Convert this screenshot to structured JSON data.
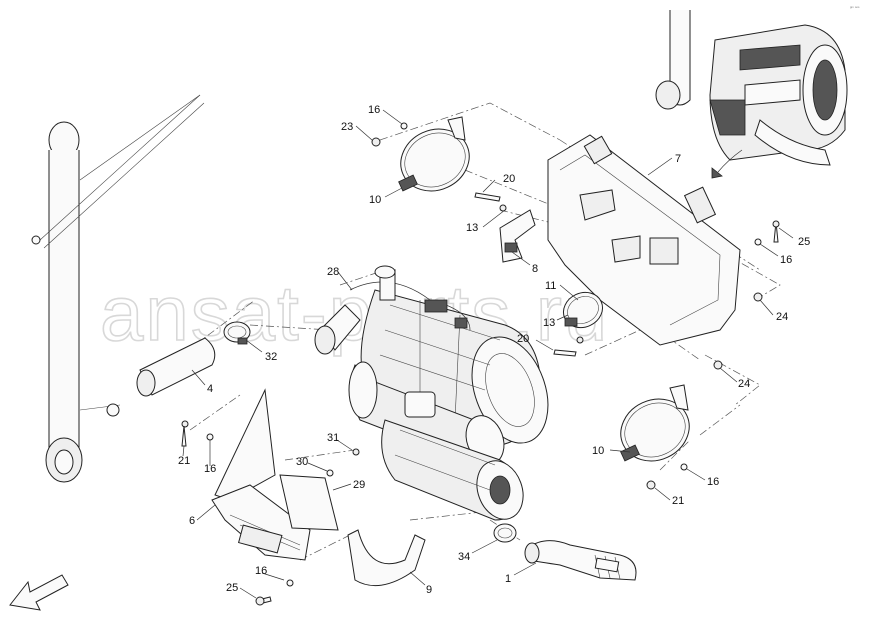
{
  "watermark": "ansat-parts.ru",
  "corner_code": "ᵍᵐ ᵒᵒᵒ",
  "callouts": [
    "1",
    "4",
    "6",
    "7",
    "8",
    "9",
    "10",
    "10",
    "11",
    "13",
    "13",
    "16",
    "16",
    "16",
    "16",
    "20",
    "20",
    "21",
    "21",
    "23",
    "24",
    "24",
    "25",
    "25",
    "28",
    "29",
    "30",
    "31",
    "32",
    "34"
  ]
}
